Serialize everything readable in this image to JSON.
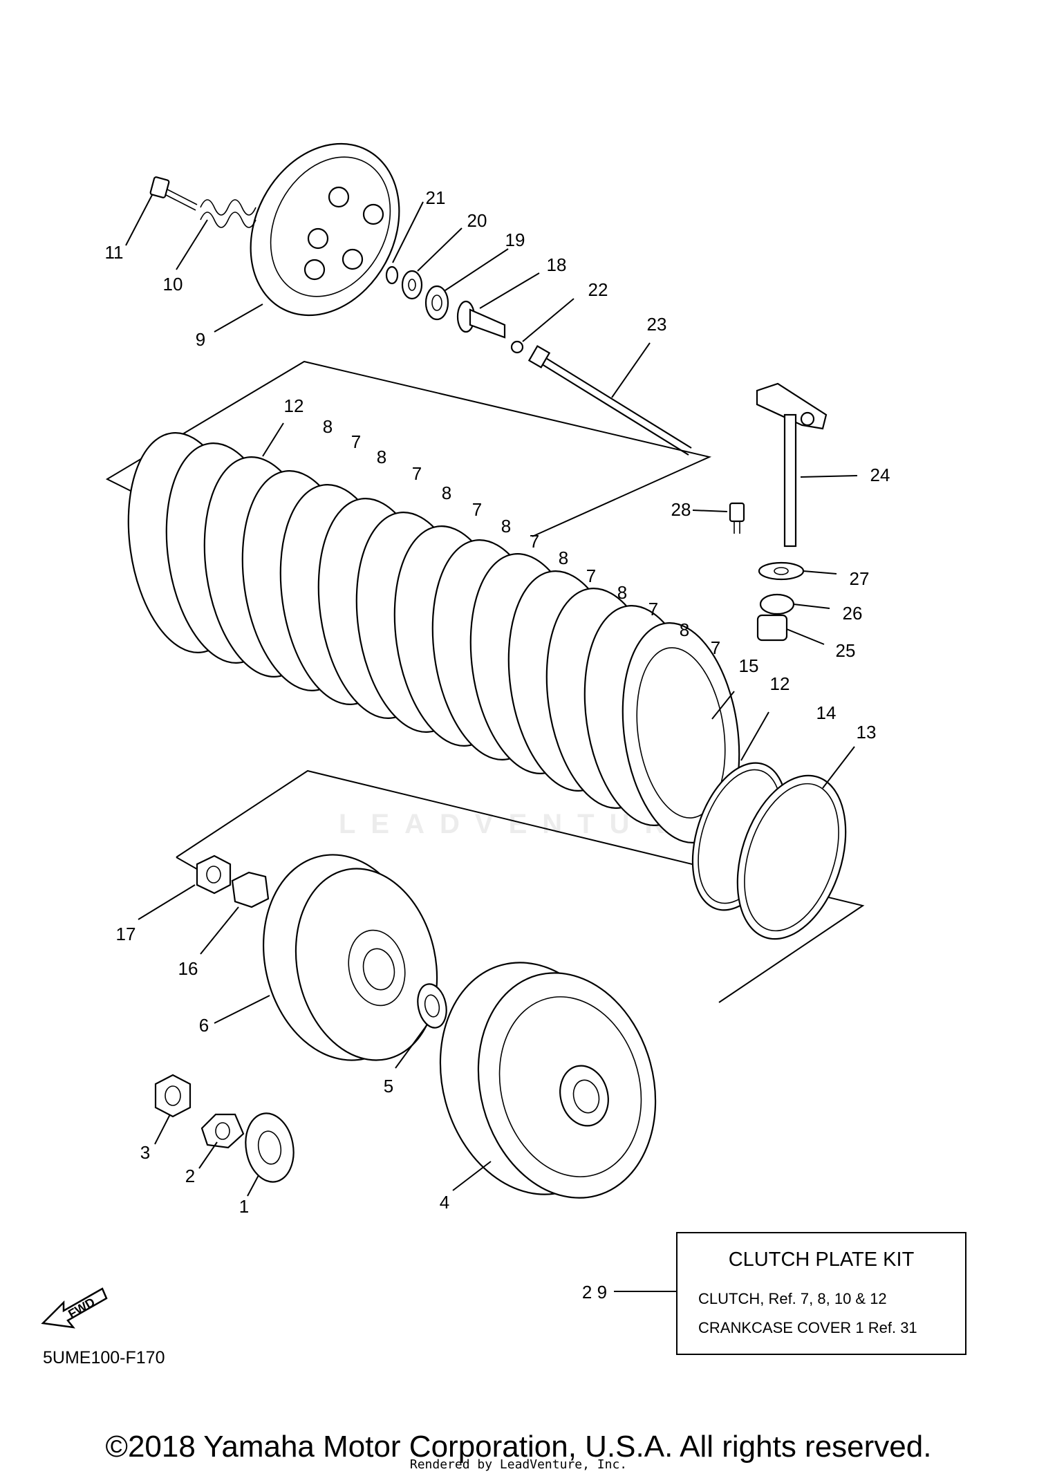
{
  "callouts": [
    {
      "id": "1",
      "label": "1"
    },
    {
      "id": "2",
      "label": "2"
    },
    {
      "id": "3",
      "label": "3"
    },
    {
      "id": "4",
      "label": "4"
    },
    {
      "id": "5",
      "label": "5"
    },
    {
      "id": "6",
      "label": "6"
    },
    {
      "id": "7",
      "label": "7"
    },
    {
      "id": "8",
      "label": "8"
    },
    {
      "id": "9",
      "label": "9"
    },
    {
      "id": "10",
      "label": "10"
    },
    {
      "id": "11",
      "label": "11"
    },
    {
      "id": "12",
      "label": "12"
    },
    {
      "id": "13",
      "label": "13"
    },
    {
      "id": "14",
      "label": "14"
    },
    {
      "id": "15",
      "label": "15"
    },
    {
      "id": "16",
      "label": "16"
    },
    {
      "id": "17",
      "label": "17"
    },
    {
      "id": "18",
      "label": "18"
    },
    {
      "id": "19",
      "label": "19"
    },
    {
      "id": "20",
      "label": "20"
    },
    {
      "id": "21",
      "label": "21"
    },
    {
      "id": "22",
      "label": "22"
    },
    {
      "id": "23",
      "label": "23"
    },
    {
      "id": "24",
      "label": "24"
    },
    {
      "id": "25",
      "label": "25"
    },
    {
      "id": "26",
      "label": "26"
    },
    {
      "id": "27",
      "label": "27"
    },
    {
      "id": "28",
      "label": "28"
    },
    {
      "id": "29",
      "label": "2 9"
    }
  ],
  "kit": {
    "title": "CLUTCH PLATE KIT",
    "line1": "CLUTCH, Ref.  7, 8, 10 & 12",
    "line2": "CRANKCASE COVER 1 Ref.  31"
  },
  "fwd_label": "FWD",
  "watermark": "LEADVENTURE",
  "diagram_code": "5UME100-F170",
  "copyright": "©2018 Yamaha Motor Corporation, U.S.A. All rights reserved.",
  "rendered_by": "Rendered by LeadVenture, Inc."
}
